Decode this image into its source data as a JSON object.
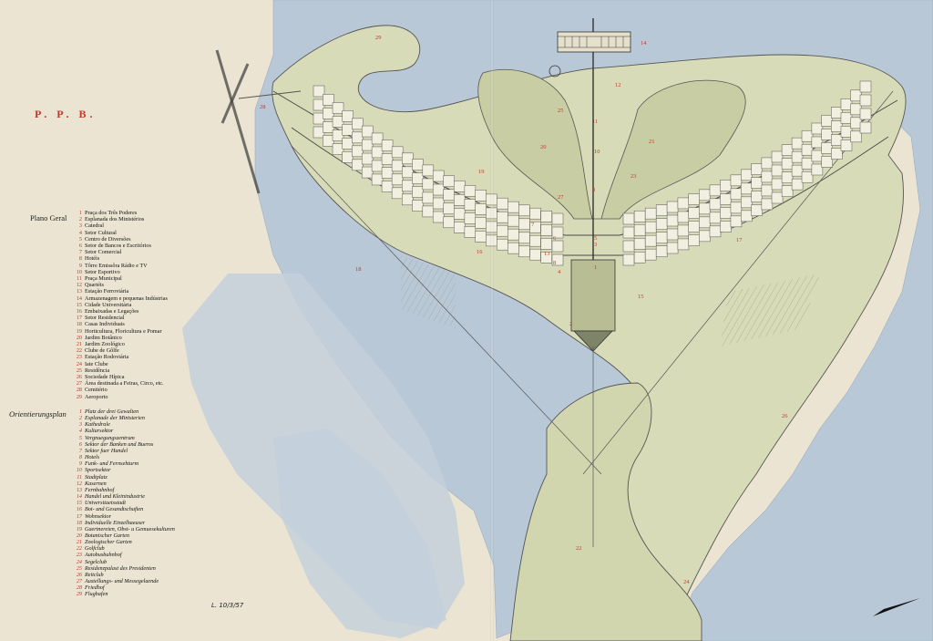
{
  "map": {
    "title": "P. P. B.",
    "legend_pt": {
      "heading": "Plano Geral",
      "items": [
        "Praça dos Três Poderes",
        "Esplanada dos Ministérios",
        "Catedral",
        "Setor Cultural",
        "Centro de Diversões",
        "Setor de Bancos e Escritórios",
        "Setor Comercial",
        "Hotéis",
        "Tôrre Emissôra Rádio e TV",
        "Setor Esportivo",
        "Praça Municipal",
        "Quartéis",
        "Estação Ferroviária",
        "Armazenagem e pequenas Indústrias",
        "Cidade Universitária",
        "Embaixadas e Legações",
        "Setor Residencial",
        "Casas Individuais",
        "Horticultura, Floricultura e Pomar",
        "Jardim Botânico",
        "Jardim Zoológico",
        "Clube de Gôlfe",
        "Estação Rodoviária",
        "Iate Clube",
        "Residência",
        "Sociedade Hípica",
        "Área destinada a Feiras, Circo, etc.",
        "Cemitério",
        "Aeroporto"
      ]
    },
    "legend_de": {
      "heading": "Orientierungsplan",
      "items": [
        "Platz der drei Gewalten",
        "Esplanade der Ministerien",
        "Kathedrale",
        "Kultursektor",
        "Vergnuegungszentrum",
        "Sektor der Banken und Bueros",
        "Sektor fuer Handel",
        "Hotels",
        "Funk- und Fernsehturm",
        "Sportsektor",
        "Stadtplatz",
        "Kasernen",
        "Fernbahnhof",
        "Handel und Kleinindustrie",
        "Universitaetsstadt",
        "Bot- und Gesandtschaften",
        "Wohnsektor",
        "Individuelle Einzelhaeuser",
        "Gaertnereien, Obst- u Gemuesekulturen",
        "Botanischer Garten",
        "Zoologischer Garten",
        "Golfclub",
        "Autobusbahnhof",
        "Segelclub",
        "Residenzpalast des Presidenten",
        "Reitclub",
        "Austellungs- und Messegelaende",
        "Friedhof",
        "Flughafen"
      ]
    },
    "signature": "L. 10/3/57",
    "plan_labels": [
      "1",
      "2",
      "3",
      "4",
      "5",
      "6",
      "7",
      "8",
      "9",
      "10",
      "11",
      "12",
      "13",
      "14",
      "15",
      "16",
      "17",
      "18",
      "19",
      "20",
      "21",
      "22",
      "23",
      "24",
      "25",
      "26",
      "27",
      "28",
      "29"
    ],
    "colors": {
      "paper": "#ece4d2",
      "water": "#b7c7d6",
      "land": "#d6d8b4",
      "ink": "#3a3a3a",
      "label_red": "#c0392b"
    },
    "icons": [
      "north-arrow-icon"
    ]
  }
}
